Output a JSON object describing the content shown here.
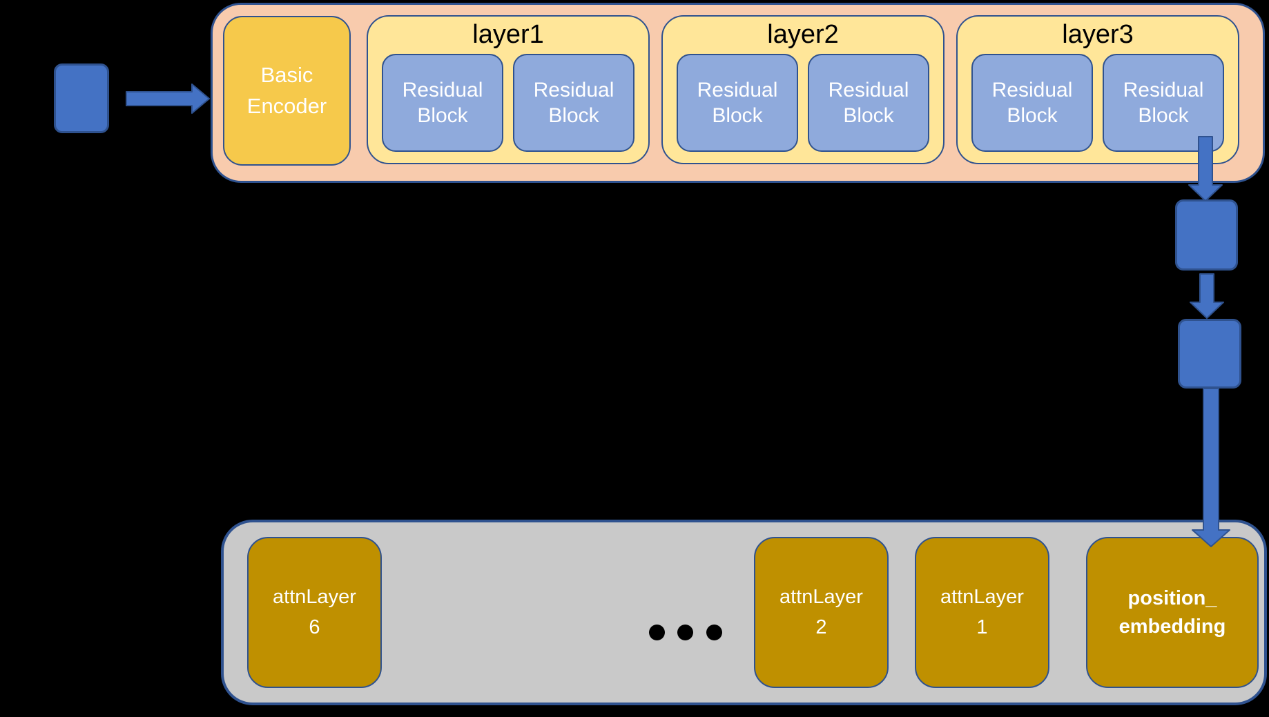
{
  "colors": {
    "background": "#000000",
    "accent_blue": "#4472C4",
    "residual_blue_light": "#8FAADC",
    "border_navy": "#2F528F",
    "pipeline_container_peach": "#F8CBAD",
    "layer_yellow": "#FFE699",
    "encoder_gold": "#F6C94B",
    "attn_gold_dark": "#BF9000",
    "attn_container_gray": "#C9C9C9",
    "text_light": "#FFFFFF",
    "text_dark": "#000000"
  },
  "encoder_pipeline": {
    "basic_encoder": {
      "lines": [
        "Basic",
        "Encoder"
      ]
    },
    "layers": [
      {
        "title": "layer1",
        "blocks": [
          {
            "lines": [
              "Residual",
              "Block"
            ]
          },
          {
            "lines": [
              "Residual",
              "Block"
            ]
          }
        ]
      },
      {
        "title": "layer2",
        "blocks": [
          {
            "lines": [
              "Residual",
              "Block"
            ]
          },
          {
            "lines": [
              "Residual",
              "Block"
            ]
          }
        ]
      },
      {
        "title": "layer3",
        "blocks": [
          {
            "lines": [
              "Residual",
              "Block"
            ]
          },
          {
            "lines": [
              "Residual",
              "Block"
            ]
          }
        ]
      }
    ]
  },
  "attention_stack": {
    "boxes": [
      {
        "lines": [
          "attnLayer",
          "6"
        ],
        "bold": false
      },
      {
        "lines": [
          "attnLayer",
          "2"
        ],
        "bold": false
      },
      {
        "lines": [
          "attnLayer",
          "1"
        ],
        "bold": false
      },
      {
        "lines": [
          "position_",
          "embedding"
        ],
        "bold": true
      }
    ],
    "ellipsis_dot_count": 3
  }
}
